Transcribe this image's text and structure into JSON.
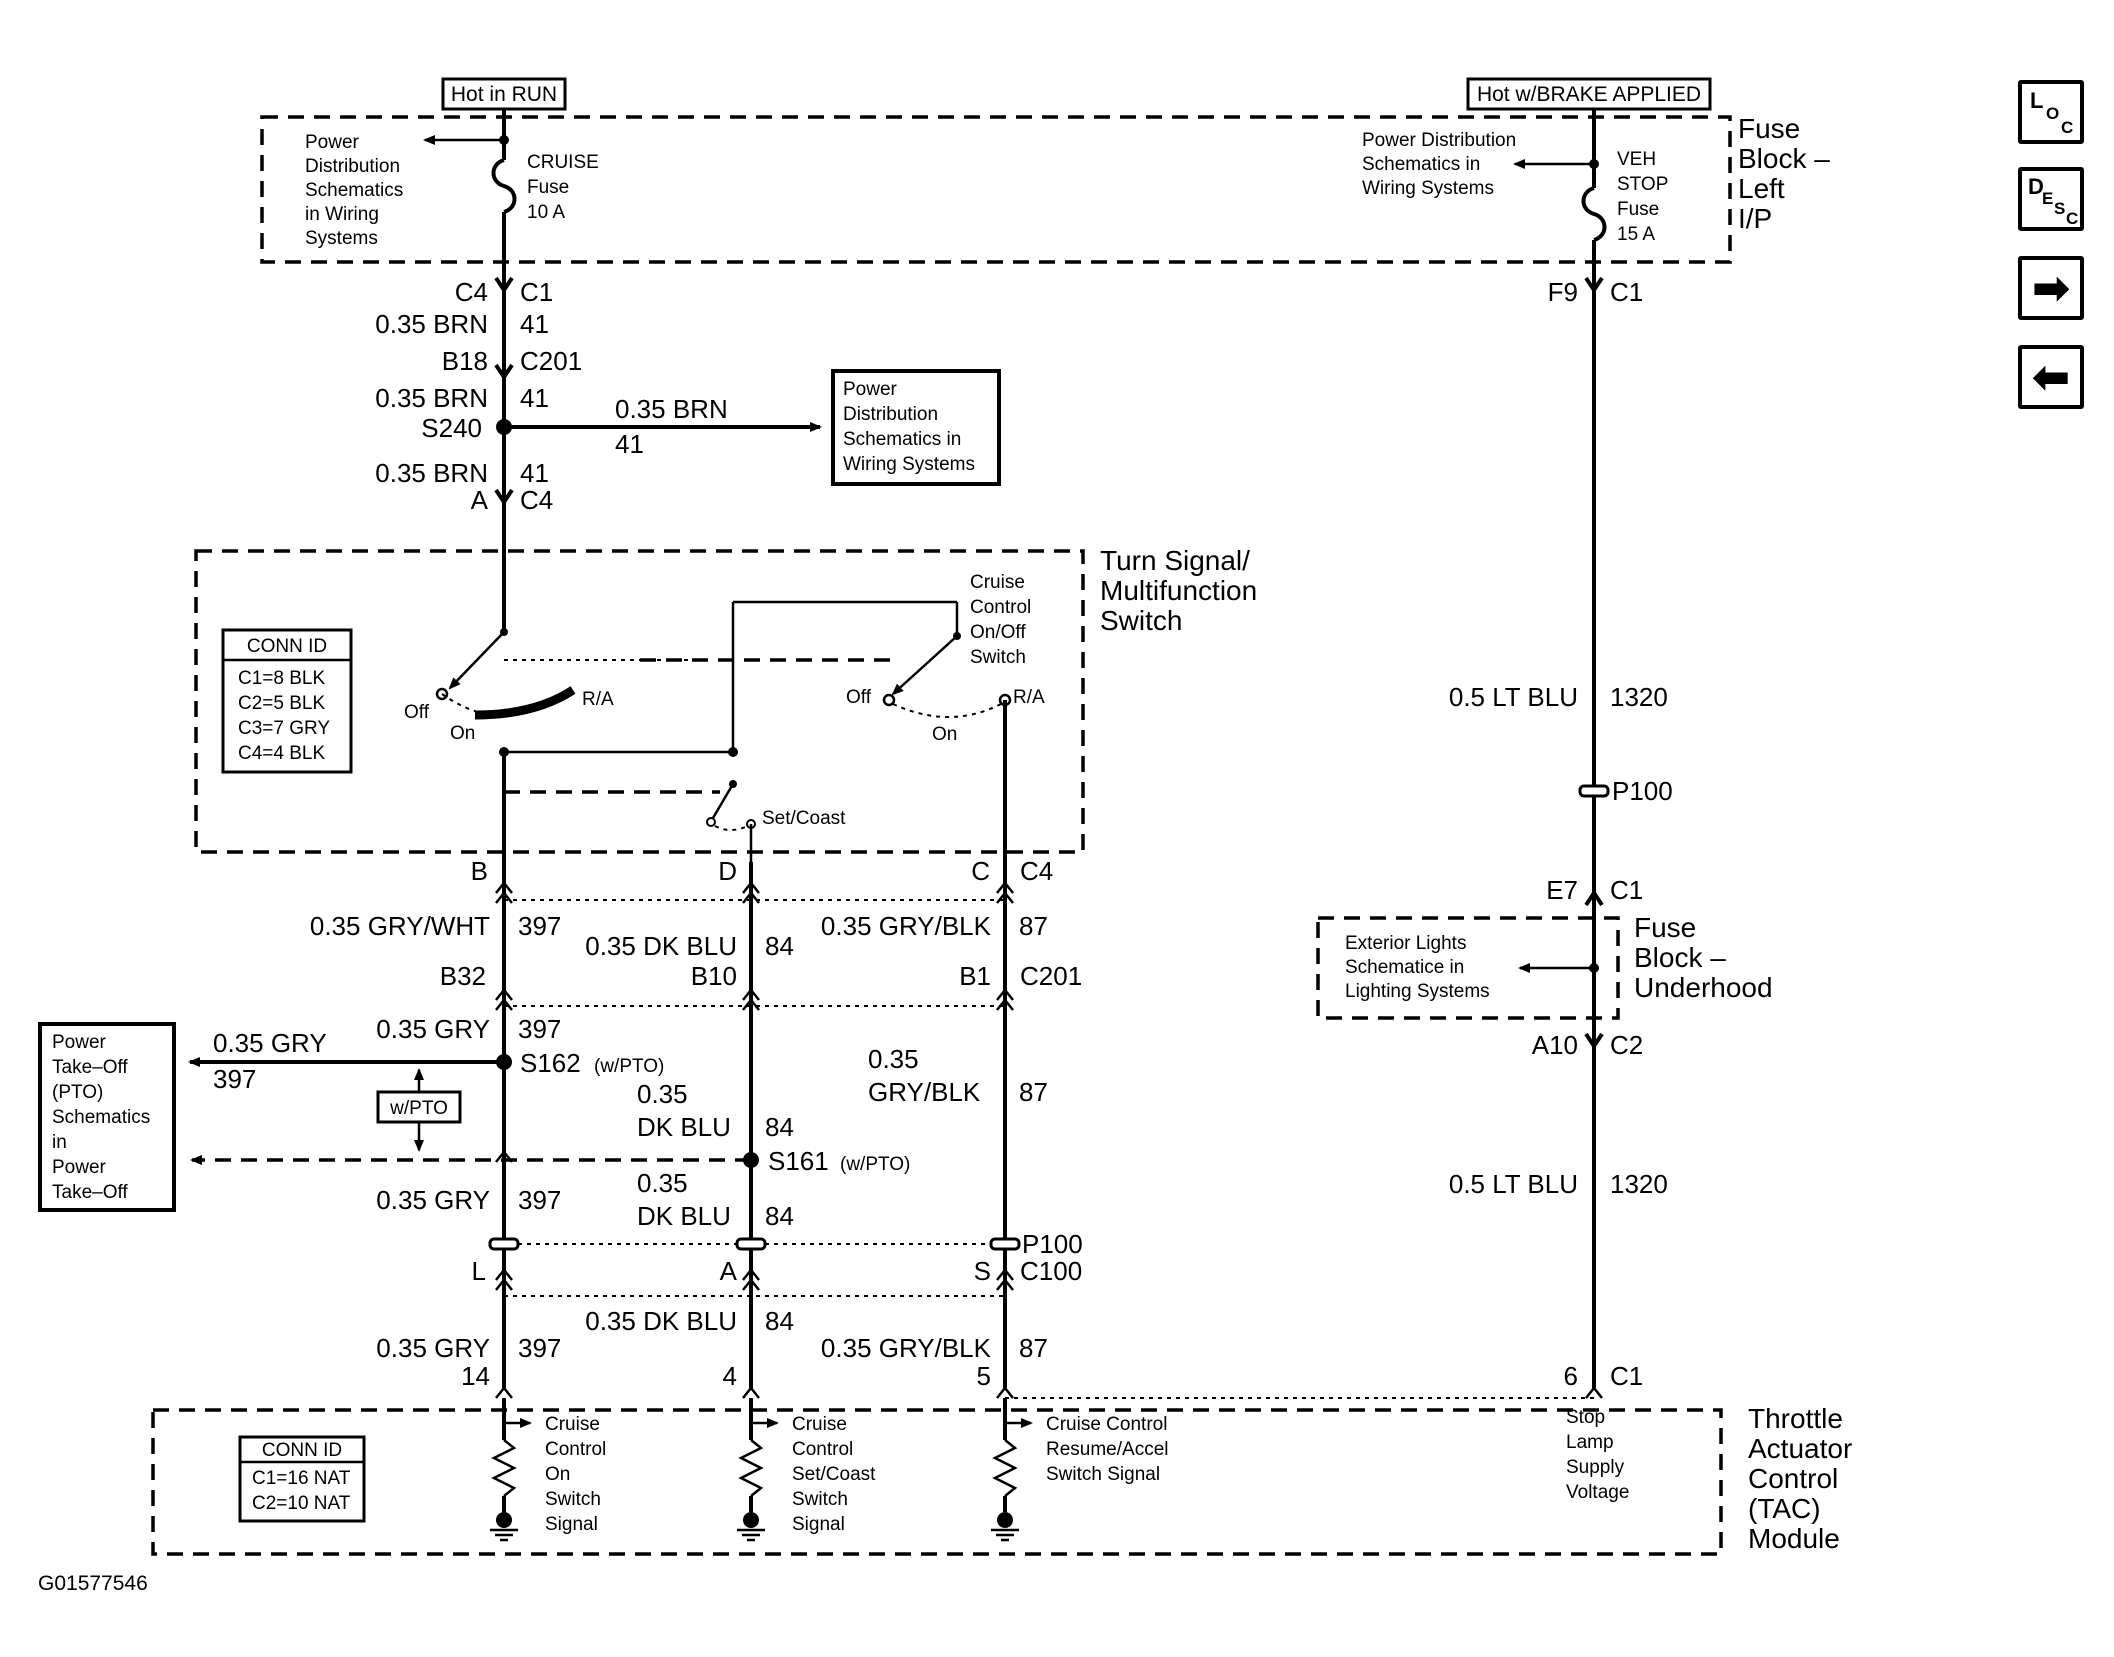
{
  "figure_id": "G01577546",
  "nav": {
    "loc": {
      "l1": "L",
      "l2": "O",
      "l3": "C"
    },
    "desc": {
      "l1": "D",
      "l2": "E",
      "l3": "S",
      "l4": "C"
    },
    "next_glyph": "➡",
    "prev_glyph": "⬅"
  },
  "power": {
    "hot_run": "Hot in RUN",
    "hot_brake": "Hot w/BRAKE APPLIED"
  },
  "fuse_block_left": {
    "label": [
      "Fuse",
      "Block –",
      "Left",
      "I/P"
    ],
    "cruise_fuse": [
      "CRUISE",
      "Fuse",
      "10 A"
    ],
    "veh_stop_fuse": [
      "VEH",
      "STOP",
      "Fuse",
      "15 A"
    ],
    "pd_left": [
      "Power",
      "Distribution",
      "Schematics",
      "in Wiring",
      "Systems"
    ],
    "pd_right": [
      "Power Distribution",
      "Schematics in",
      "Wiring Systems"
    ]
  },
  "left_trunk": {
    "c4_c1": [
      "C4",
      "C1"
    ],
    "w1": [
      "0.35 BRN",
      "41"
    ],
    "b18_c201": [
      "B18",
      "C201"
    ],
    "w2": [
      "0.35 BRN",
      "41"
    ],
    "s240": "S240",
    "branch": [
      "0.35 BRN",
      "41"
    ],
    "pd_box": [
      "Power",
      "Distribution",
      "Schematics in",
      "Wiring Systems"
    ],
    "w3": [
      "0.35 BRN",
      "41"
    ],
    "a_c4": [
      "A",
      "C4"
    ]
  },
  "switch": {
    "label": [
      "Turn Signal/",
      "Multifunction",
      "Switch"
    ],
    "conn_id": {
      "title": "CONN ID",
      "rows": [
        "C1=8 BLK",
        "C2=5 BLK",
        "C3=7 GRY",
        "C4=4 BLK"
      ]
    },
    "off1": "Off",
    "on1": "On",
    "ra1": "R/A",
    "off2": "Off",
    "on2": "On",
    "ra2": "R/A",
    "cruise_onoff": [
      "Cruise",
      "Control",
      "On/Off",
      "Switch"
    ],
    "set_coast": "Set/Coast",
    "pins": [
      "B",
      "D",
      "C",
      "C4"
    ]
  },
  "mid": {
    "w397a": [
      "0.35 GRY/WHT",
      "397"
    ],
    "w84a": [
      "0.35 DK BLU",
      "84"
    ],
    "w87a": [
      "0.35 GRY/BLK",
      "87"
    ],
    "c201": [
      "B32",
      "B10",
      "B1",
      "C201"
    ],
    "w397b": [
      "0.35 GRY",
      "397"
    ],
    "pto_wire": [
      "0.35 GRY",
      "397"
    ],
    "s162": "S162",
    "s162_note": "(w/PTO)",
    "w87b": [
      "0.35",
      "GRY/BLK",
      "87"
    ],
    "w84b": [
      "0.35",
      "DK BLU",
      "84"
    ],
    "s161": "S161",
    "s161_note": "(w/PTO)",
    "w397c": [
      "0.35 GRY",
      "397"
    ],
    "w84c": [
      "0.35",
      "DK BLU",
      "84"
    ],
    "wpto": "w/PTO",
    "pto_box": [
      "Power",
      "Take–Off",
      "(PTO)",
      "Schematics",
      "in",
      "Power",
      "Take–Off"
    ],
    "p100": "P100",
    "c100": [
      "L",
      "A",
      "S",
      "C100"
    ],
    "w84d": [
      "0.35 DK BLU",
      "84"
    ],
    "w397d": [
      "0.35 GRY",
      "397"
    ],
    "w87d": [
      "0.35 GRY/BLK",
      "87"
    ],
    "pins": [
      "14",
      "4",
      "5"
    ]
  },
  "right_trunk": {
    "f9_c1": [
      "F9",
      "C1"
    ],
    "w1320a": [
      "0.5 LT BLU",
      "1320"
    ],
    "p100": "P100",
    "e7_c1": [
      "E7",
      "C1"
    ],
    "fuse_under": [
      "Fuse",
      "Block –",
      "Underhood"
    ],
    "ext_lights": [
      "Exterior Lights",
      "Schematice in",
      "Lighting Systems"
    ],
    "a10_c2": [
      "A10",
      "C2"
    ],
    "w1320b": [
      "0.5 LT BLU",
      "1320"
    ],
    "pin6_c1": [
      "6",
      "C1"
    ]
  },
  "tac": {
    "label": [
      "Throttle",
      "Actuator",
      "Control",
      "(TAC)",
      "Module"
    ],
    "conn_id": {
      "title": "CONN ID",
      "rows": [
        "C1=16 NAT",
        "C2=10 NAT"
      ]
    },
    "sig1": [
      "Cruise",
      "Control",
      "On",
      "Switch",
      "Signal"
    ],
    "sig2": [
      "Cruise",
      "Control",
      "Set/Coast",
      "Switch",
      "Signal"
    ],
    "sig3": [
      "Cruise Control",
      "Resume/Accel",
      "Switch Signal"
    ],
    "sig4": [
      "Stop",
      "Lamp",
      "Supply",
      "Voltage"
    ]
  }
}
